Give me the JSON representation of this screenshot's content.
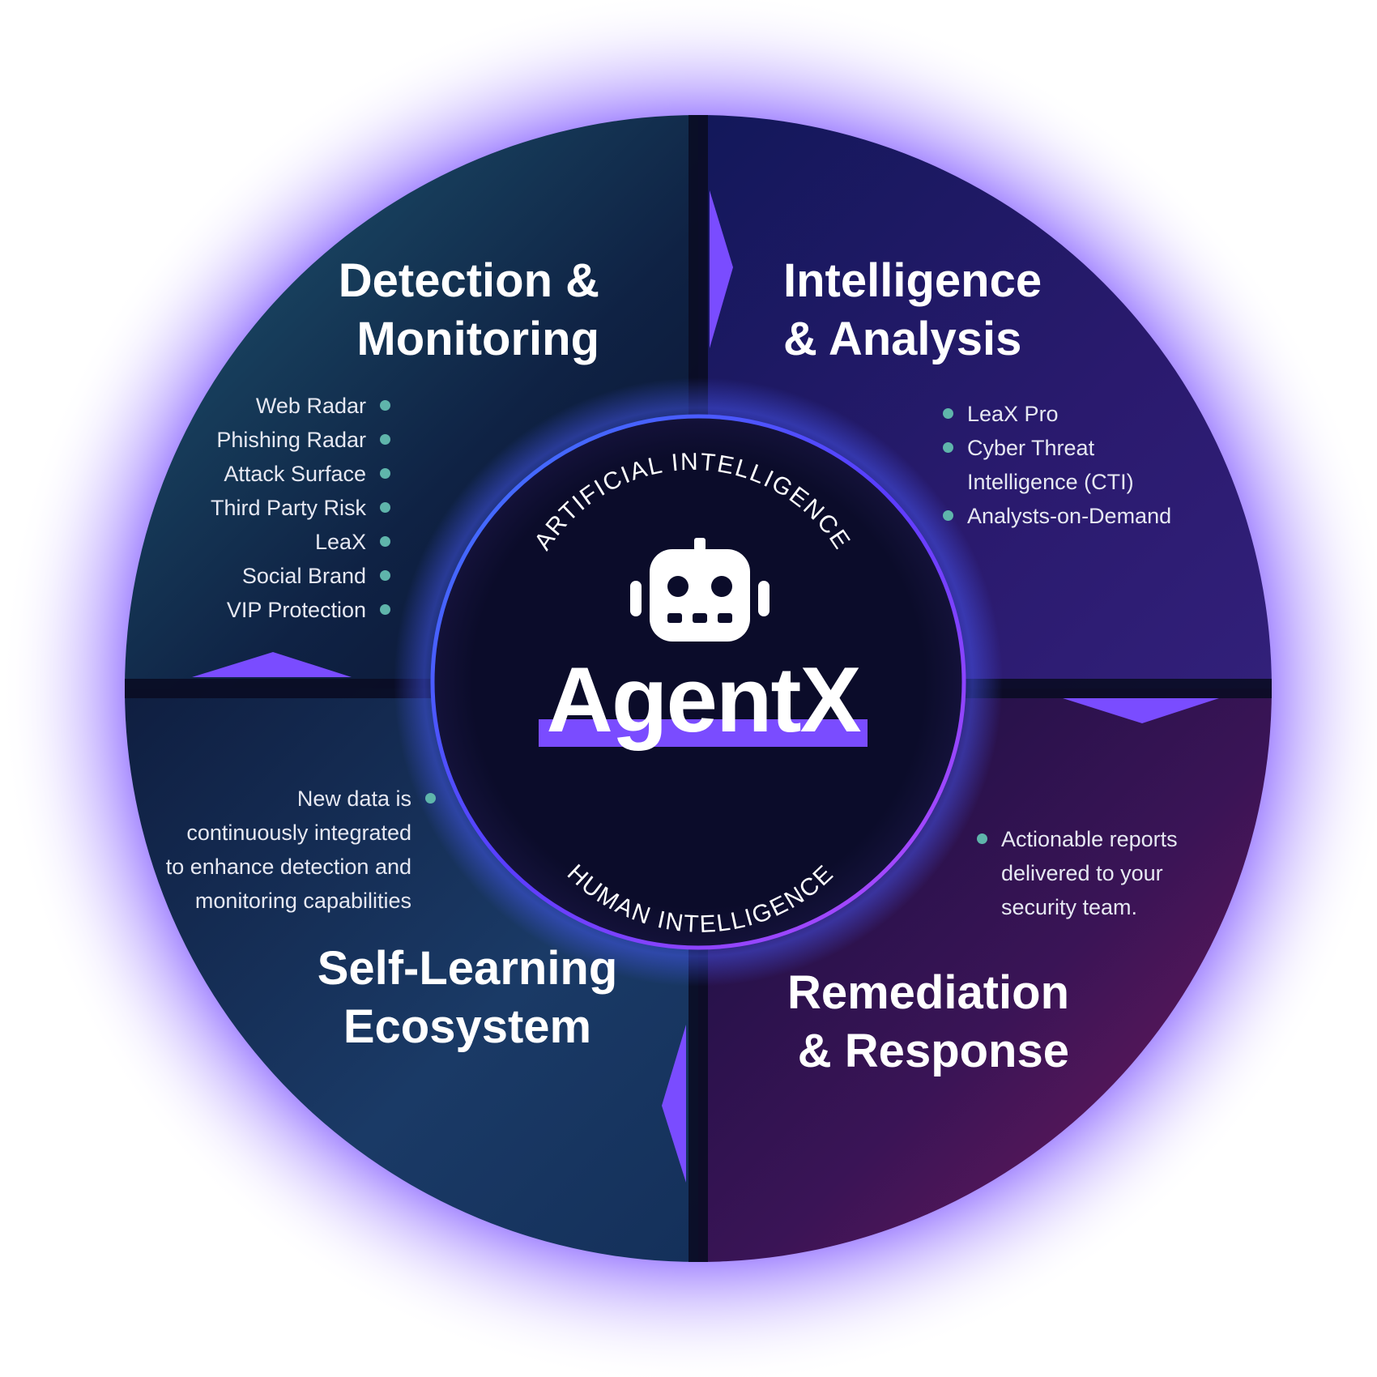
{
  "colors": {
    "accent": "#7a4cff",
    "bullet": "#5fb5ab",
    "glow": "#8a5cff",
    "text": "#ffffff"
  },
  "center": {
    "brand": "AgentX",
    "top_arc_text": "ARTIFICIAL INTELLIGENCE",
    "bottom_arc_text": "HUMAN INTELLIGENCE",
    "icon": "robot-icon"
  },
  "quadrants": {
    "detection": {
      "title_line1": "Detection &",
      "title_line2": "Monitoring",
      "items": [
        "Web Radar",
        "Phishing Radar",
        "Attack Surface",
        "Third Party Risk",
        "LeaX",
        "Social Brand",
        "VIP Protection"
      ]
    },
    "intelligence": {
      "title_line1": "Intelligence",
      "title_line2": "& Analysis",
      "items": [
        "LeaX Pro",
        "Cyber Threat",
        "Intelligence (CTI)",
        "Analysts-on-Demand"
      ]
    },
    "selflearning": {
      "title_line1": "Self-Learning",
      "title_line2": "Ecosystem",
      "lines": [
        "New data is",
        "continuously integrated",
        "to enhance detection and",
        "monitoring capabilities"
      ]
    },
    "remediation": {
      "title_line1": "Remediation",
      "title_line2": "& Response",
      "lines": [
        "Actionable reports",
        "delivered to your",
        "security team."
      ]
    }
  }
}
